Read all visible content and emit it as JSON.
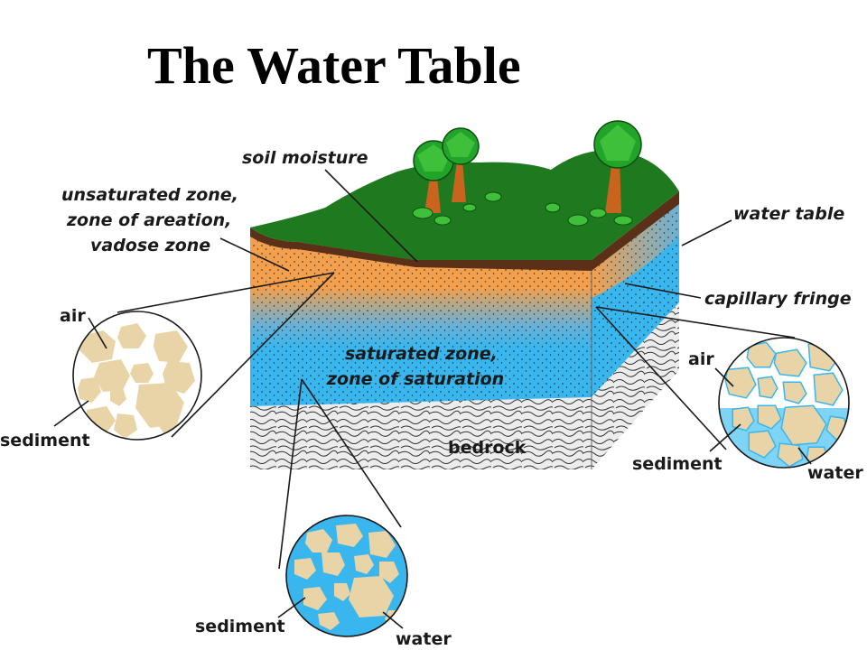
{
  "title": "The Water Table",
  "labels": {
    "soil_moisture": "soil moisture",
    "unsaturated_line1": "unsaturated zone,",
    "unsaturated_line2": "zone of areation,",
    "unsaturated_line3": "vadose zone",
    "water_table": "water table",
    "capillary_fringe": "capillary fringe",
    "saturated_line1": "saturated zone,",
    "saturated_line2": "zone of saturation",
    "bedrock": "bedrock",
    "air_left": "air",
    "sediment_left": "sediment",
    "air_right": "air",
    "sediment_right": "sediment",
    "water_right": "water",
    "sediment_bottom": "sediment",
    "water_bottom": "water"
  },
  "colors": {
    "grass": "#1f7a1f",
    "soil": "#5a3018",
    "unsaturated": "#f2a04e",
    "saturated": "#39b6ee",
    "bedrock": "#e6e6e6",
    "sediment": "#e8d4a6",
    "trunk": "#c8641e"
  }
}
